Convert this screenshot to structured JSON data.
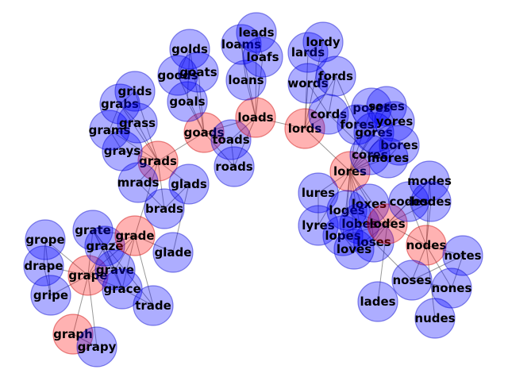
{
  "colors": {
    "path_fill": "#ff0000",
    "path_stroke": "#cc0000",
    "other_fill": "#0000ff",
    "other_stroke": "#0000cc",
    "edge": "#555555"
  },
  "nodes": [
    {
      "id": "graph",
      "path": true
    },
    {
      "id": "grapy",
      "path": false
    },
    {
      "id": "grape",
      "path": true
    },
    {
      "id": "grope",
      "path": false
    },
    {
      "id": "drape",
      "path": false
    },
    {
      "id": "gripe",
      "path": false
    },
    {
      "id": "grate",
      "path": false
    },
    {
      "id": "graze",
      "path": false
    },
    {
      "id": "grave",
      "path": false
    },
    {
      "id": "grace",
      "path": false
    },
    {
      "id": "grade",
      "path": true
    },
    {
      "id": "trade",
      "path": false
    },
    {
      "id": "glade",
      "path": false
    },
    {
      "id": "brads",
      "path": false
    },
    {
      "id": "grads",
      "path": true
    },
    {
      "id": "mrads",
      "path": false
    },
    {
      "id": "glads",
      "path": false
    },
    {
      "id": "grays",
      "path": false
    },
    {
      "id": "grams",
      "path": false
    },
    {
      "id": "grabs",
      "path": false
    },
    {
      "id": "grids",
      "path": false
    },
    {
      "id": "grass",
      "path": false
    },
    {
      "id": "goads",
      "path": true
    },
    {
      "id": "goals",
      "path": false
    },
    {
      "id": "golds",
      "path": false
    },
    {
      "id": "goods",
      "path": false
    },
    {
      "id": "goats",
      "path": false
    },
    {
      "id": "toads",
      "path": false
    },
    {
      "id": "roads",
      "path": false
    },
    {
      "id": "loads",
      "path": true
    },
    {
      "id": "loans",
      "path": false
    },
    {
      "id": "loams",
      "path": false
    },
    {
      "id": "leads",
      "path": false
    },
    {
      "id": "loafs",
      "path": false
    },
    {
      "id": "lords",
      "path": true
    },
    {
      "id": "lards",
      "path": false
    },
    {
      "id": "lordy",
      "path": false
    },
    {
      "id": "words",
      "path": false
    },
    {
      "id": "fords",
      "path": false
    },
    {
      "id": "cords",
      "path": false
    },
    {
      "id": "lores",
      "path": true
    },
    {
      "id": "pores",
      "path": false
    },
    {
      "id": "sores",
      "path": false
    },
    {
      "id": "fores",
      "path": false
    },
    {
      "id": "gores",
      "path": false
    },
    {
      "id": "yores",
      "path": false
    },
    {
      "id": "cores",
      "path": false
    },
    {
      "id": "bores",
      "path": false
    },
    {
      "id": "mores",
      "path": false
    },
    {
      "id": "lures",
      "path": false
    },
    {
      "id": "lyres",
      "path": false
    },
    {
      "id": "loges",
      "path": false
    },
    {
      "id": "loxes",
      "path": false
    },
    {
      "id": "lobes",
      "path": false
    },
    {
      "id": "lopes",
      "path": false
    },
    {
      "id": "loses",
      "path": false
    },
    {
      "id": "loves",
      "path": false
    },
    {
      "id": "lodes",
      "path": true
    },
    {
      "id": "codes",
      "path": false
    },
    {
      "id": "modes",
      "path": false
    },
    {
      "id": "bodes",
      "path": false
    },
    {
      "id": "nodes",
      "path": true
    },
    {
      "id": "notes",
      "path": false
    },
    {
      "id": "noses",
      "path": false
    },
    {
      "id": "nones",
      "path": false
    },
    {
      "id": "nudes",
      "path": false
    },
    {
      "id": "lades",
      "path": false
    }
  ],
  "edges": [
    [
      "graph",
      "grape"
    ],
    [
      "graph",
      "grapy"
    ],
    [
      "grapy",
      "grape"
    ],
    [
      "grape",
      "grope"
    ],
    [
      "grape",
      "drape"
    ],
    [
      "grape",
      "gripe"
    ],
    [
      "grape",
      "grate"
    ],
    [
      "grape",
      "graze"
    ],
    [
      "grape",
      "grave"
    ],
    [
      "grape",
      "grace"
    ],
    [
      "grape",
      "grade"
    ],
    [
      "grope",
      "gripe"
    ],
    [
      "grope",
      "drape"
    ],
    [
      "drape",
      "gripe"
    ],
    [
      "grade",
      "grate"
    ],
    [
      "grade",
      "graze"
    ],
    [
      "grade",
      "grave"
    ],
    [
      "grade",
      "grace"
    ],
    [
      "grade",
      "trade"
    ],
    [
      "grade",
      "glade"
    ],
    [
      "grade",
      "grads"
    ],
    [
      "grate",
      "graze"
    ],
    [
      "grate",
      "grave"
    ],
    [
      "grate",
      "grace"
    ],
    [
      "graze",
      "grave"
    ],
    [
      "graze",
      "grace"
    ],
    [
      "grave",
      "grace"
    ],
    [
      "trade",
      "grace"
    ],
    [
      "trade",
      "grate"
    ],
    [
      "brads",
      "grads"
    ],
    [
      "glads",
      "grads"
    ],
    [
      "mrads",
      "grads"
    ],
    [
      "grays",
      "grads"
    ],
    [
      "grams",
      "grads"
    ],
    [
      "grabs",
      "grads"
    ],
    [
      "grids",
      "grads"
    ],
    [
      "grass",
      "grads"
    ],
    [
      "brads",
      "mrads"
    ],
    [
      "brads",
      "glads"
    ],
    [
      "glads",
      "glade"
    ],
    [
      "grass",
      "grabs"
    ],
    [
      "grams",
      "grays"
    ],
    [
      "grabs",
      "grids"
    ],
    [
      "grams",
      "grabs"
    ],
    [
      "grads",
      "goads"
    ],
    [
      "goads",
      "goals"
    ],
    [
      "goads",
      "golds"
    ],
    [
      "goads",
      "goods"
    ],
    [
      "goads",
      "goats"
    ],
    [
      "goads",
      "toads"
    ],
    [
      "goads",
      "roads"
    ],
    [
      "goads",
      "loads"
    ],
    [
      "goals",
      "golds"
    ],
    [
      "goods",
      "golds"
    ],
    [
      "goats",
      "goods"
    ],
    [
      "toads",
      "roads"
    ],
    [
      "loads",
      "loans"
    ],
    [
      "loads",
      "loams"
    ],
    [
      "loads",
      "leads"
    ],
    [
      "loads",
      "loafs"
    ],
    [
      "loads",
      "lords"
    ],
    [
      "loads",
      "toads"
    ],
    [
      "loads",
      "roads"
    ],
    [
      "loans",
      "loams"
    ],
    [
      "loams",
      "loafs"
    ],
    [
      "leads",
      "loafs"
    ],
    [
      "lords",
      "lards"
    ],
    [
      "lords",
      "lordy"
    ],
    [
      "lords",
      "words"
    ],
    [
      "lords",
      "fords"
    ],
    [
      "lords",
      "cords"
    ],
    [
      "lords",
      "lores"
    ],
    [
      "words",
      "fords"
    ],
    [
      "words",
      "cords"
    ],
    [
      "cords",
      "fords"
    ],
    [
      "lards",
      "lordy"
    ],
    [
      "cords",
      "cores"
    ],
    [
      "fords",
      "fores"
    ],
    [
      "lores",
      "pores"
    ],
    [
      "lores",
      "sores"
    ],
    [
      "lores",
      "fores"
    ],
    [
      "lores",
      "gores"
    ],
    [
      "lores",
      "yores"
    ],
    [
      "lores",
      "cores"
    ],
    [
      "lores",
      "bores"
    ],
    [
      "lores",
      "mores"
    ],
    [
      "lores",
      "lures"
    ],
    [
      "lores",
      "lyres"
    ],
    [
      "lores",
      "loges"
    ],
    [
      "lores",
      "loxes"
    ],
    [
      "lores",
      "lobes"
    ],
    [
      "lores",
      "lopes"
    ],
    [
      "lores",
      "loses"
    ],
    [
      "lores",
      "loves"
    ],
    [
      "lores",
      "lodes"
    ],
    [
      "pores",
      "sores"
    ],
    [
      "sores",
      "yores"
    ],
    [
      "gores",
      "yores"
    ],
    [
      "cores",
      "mores"
    ],
    [
      "bores",
      "mores"
    ],
    [
      "fores",
      "gores"
    ],
    [
      "pores",
      "gores"
    ],
    [
      "cores",
      "bores"
    ],
    [
      "lures",
      "lyres"
    ],
    [
      "loges",
      "lobes"
    ],
    [
      "lobes",
      "lopes"
    ],
    [
      "lopes",
      "loves"
    ],
    [
      "loses",
      "loves"
    ],
    [
      "loxes",
      "loses"
    ],
    [
      "lodes",
      "codes"
    ],
    [
      "lodes",
      "modes"
    ],
    [
      "lodes",
      "bodes"
    ],
    [
      "lodes",
      "nodes"
    ],
    [
      "lodes",
      "loges"
    ],
    [
      "lodes",
      "lobes"
    ],
    [
      "lodes",
      "lopes"
    ],
    [
      "lodes",
      "loves"
    ],
    [
      "lodes",
      "lades"
    ],
    [
      "lodes",
      "loses"
    ],
    [
      "codes",
      "modes"
    ],
    [
      "codes",
      "bodes"
    ],
    [
      "modes",
      "bodes"
    ],
    [
      "nodes",
      "notes"
    ],
    [
      "nodes",
      "noses"
    ],
    [
      "nodes",
      "nones"
    ],
    [
      "nodes",
      "nudes"
    ],
    [
      "nodes",
      "codes"
    ],
    [
      "nodes",
      "modes"
    ],
    [
      "nodes",
      "bodes"
    ],
    [
      "noses",
      "notes"
    ],
    [
      "nones",
      "notes"
    ],
    [
      "noses",
      "nones"
    ],
    [
      "loses",
      "noses"
    ]
  ]
}
